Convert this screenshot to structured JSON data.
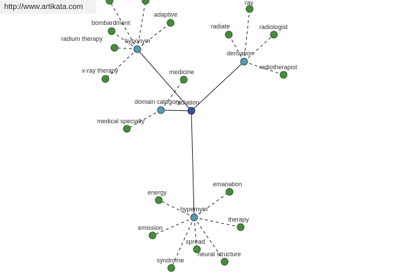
{
  "banner": {
    "url": "http://www.artikata.com"
  },
  "graph": {
    "root": {
      "id": "radiation",
      "label": "radiation"
    },
    "hubs": [
      {
        "id": "hyponym",
        "label": "hyponym"
      },
      {
        "id": "derivation",
        "label": "derivation"
      },
      {
        "id": "domain_category",
        "label": "domain category"
      },
      {
        "id": "hypernym",
        "label": "hypernym"
      }
    ],
    "leaves": [
      {
        "id": "bombardment",
        "hub": "hyponym",
        "label": "bombardment"
      },
      {
        "id": "adaptive",
        "hub": "hyponym",
        "label": "adaptive"
      },
      {
        "id": "radium_therapy",
        "hub": "hyponym",
        "label": "radium therapy"
      },
      {
        "id": "xray_therapy",
        "hub": "hyponym",
        "label": "x-ray therapy"
      },
      {
        "id": "hypo_top_left",
        "hub": "hyponym",
        "label": ""
      },
      {
        "id": "hypo_top_right",
        "hub": "hyponym",
        "label": ""
      },
      {
        "id": "ray",
        "hub": "derivation",
        "label": "ray"
      },
      {
        "id": "radiate",
        "hub": "derivation",
        "label": "radiate"
      },
      {
        "id": "radiologist",
        "hub": "derivation",
        "label": "radiologist"
      },
      {
        "id": "radiotherapist",
        "hub": "derivation",
        "label": "radiotherapist"
      },
      {
        "id": "medicine",
        "hub": "domain_category",
        "label": "medicine"
      },
      {
        "id": "medical_specialty",
        "hub": "domain_category",
        "label": "medical specialty"
      },
      {
        "id": "energy",
        "hub": "hypernym",
        "label": "energy"
      },
      {
        "id": "emanation",
        "hub": "hypernym",
        "label": "emanation"
      },
      {
        "id": "therapy",
        "hub": "hypernym",
        "label": "therapy"
      },
      {
        "id": "emission",
        "hub": "hypernym",
        "label": "emission"
      },
      {
        "id": "spread",
        "hub": "hypernym",
        "label": "spread"
      },
      {
        "id": "syndrome",
        "hub": "hypernym",
        "label": "syndrome"
      },
      {
        "id": "neural_structure",
        "hub": "hypernym",
        "label": "neural structure"
      }
    ],
    "colors": {
      "root": "#3f4f9a",
      "hub": "#5a9bab",
      "leaf": "#4a8a3f",
      "edge": "#222222"
    }
  }
}
